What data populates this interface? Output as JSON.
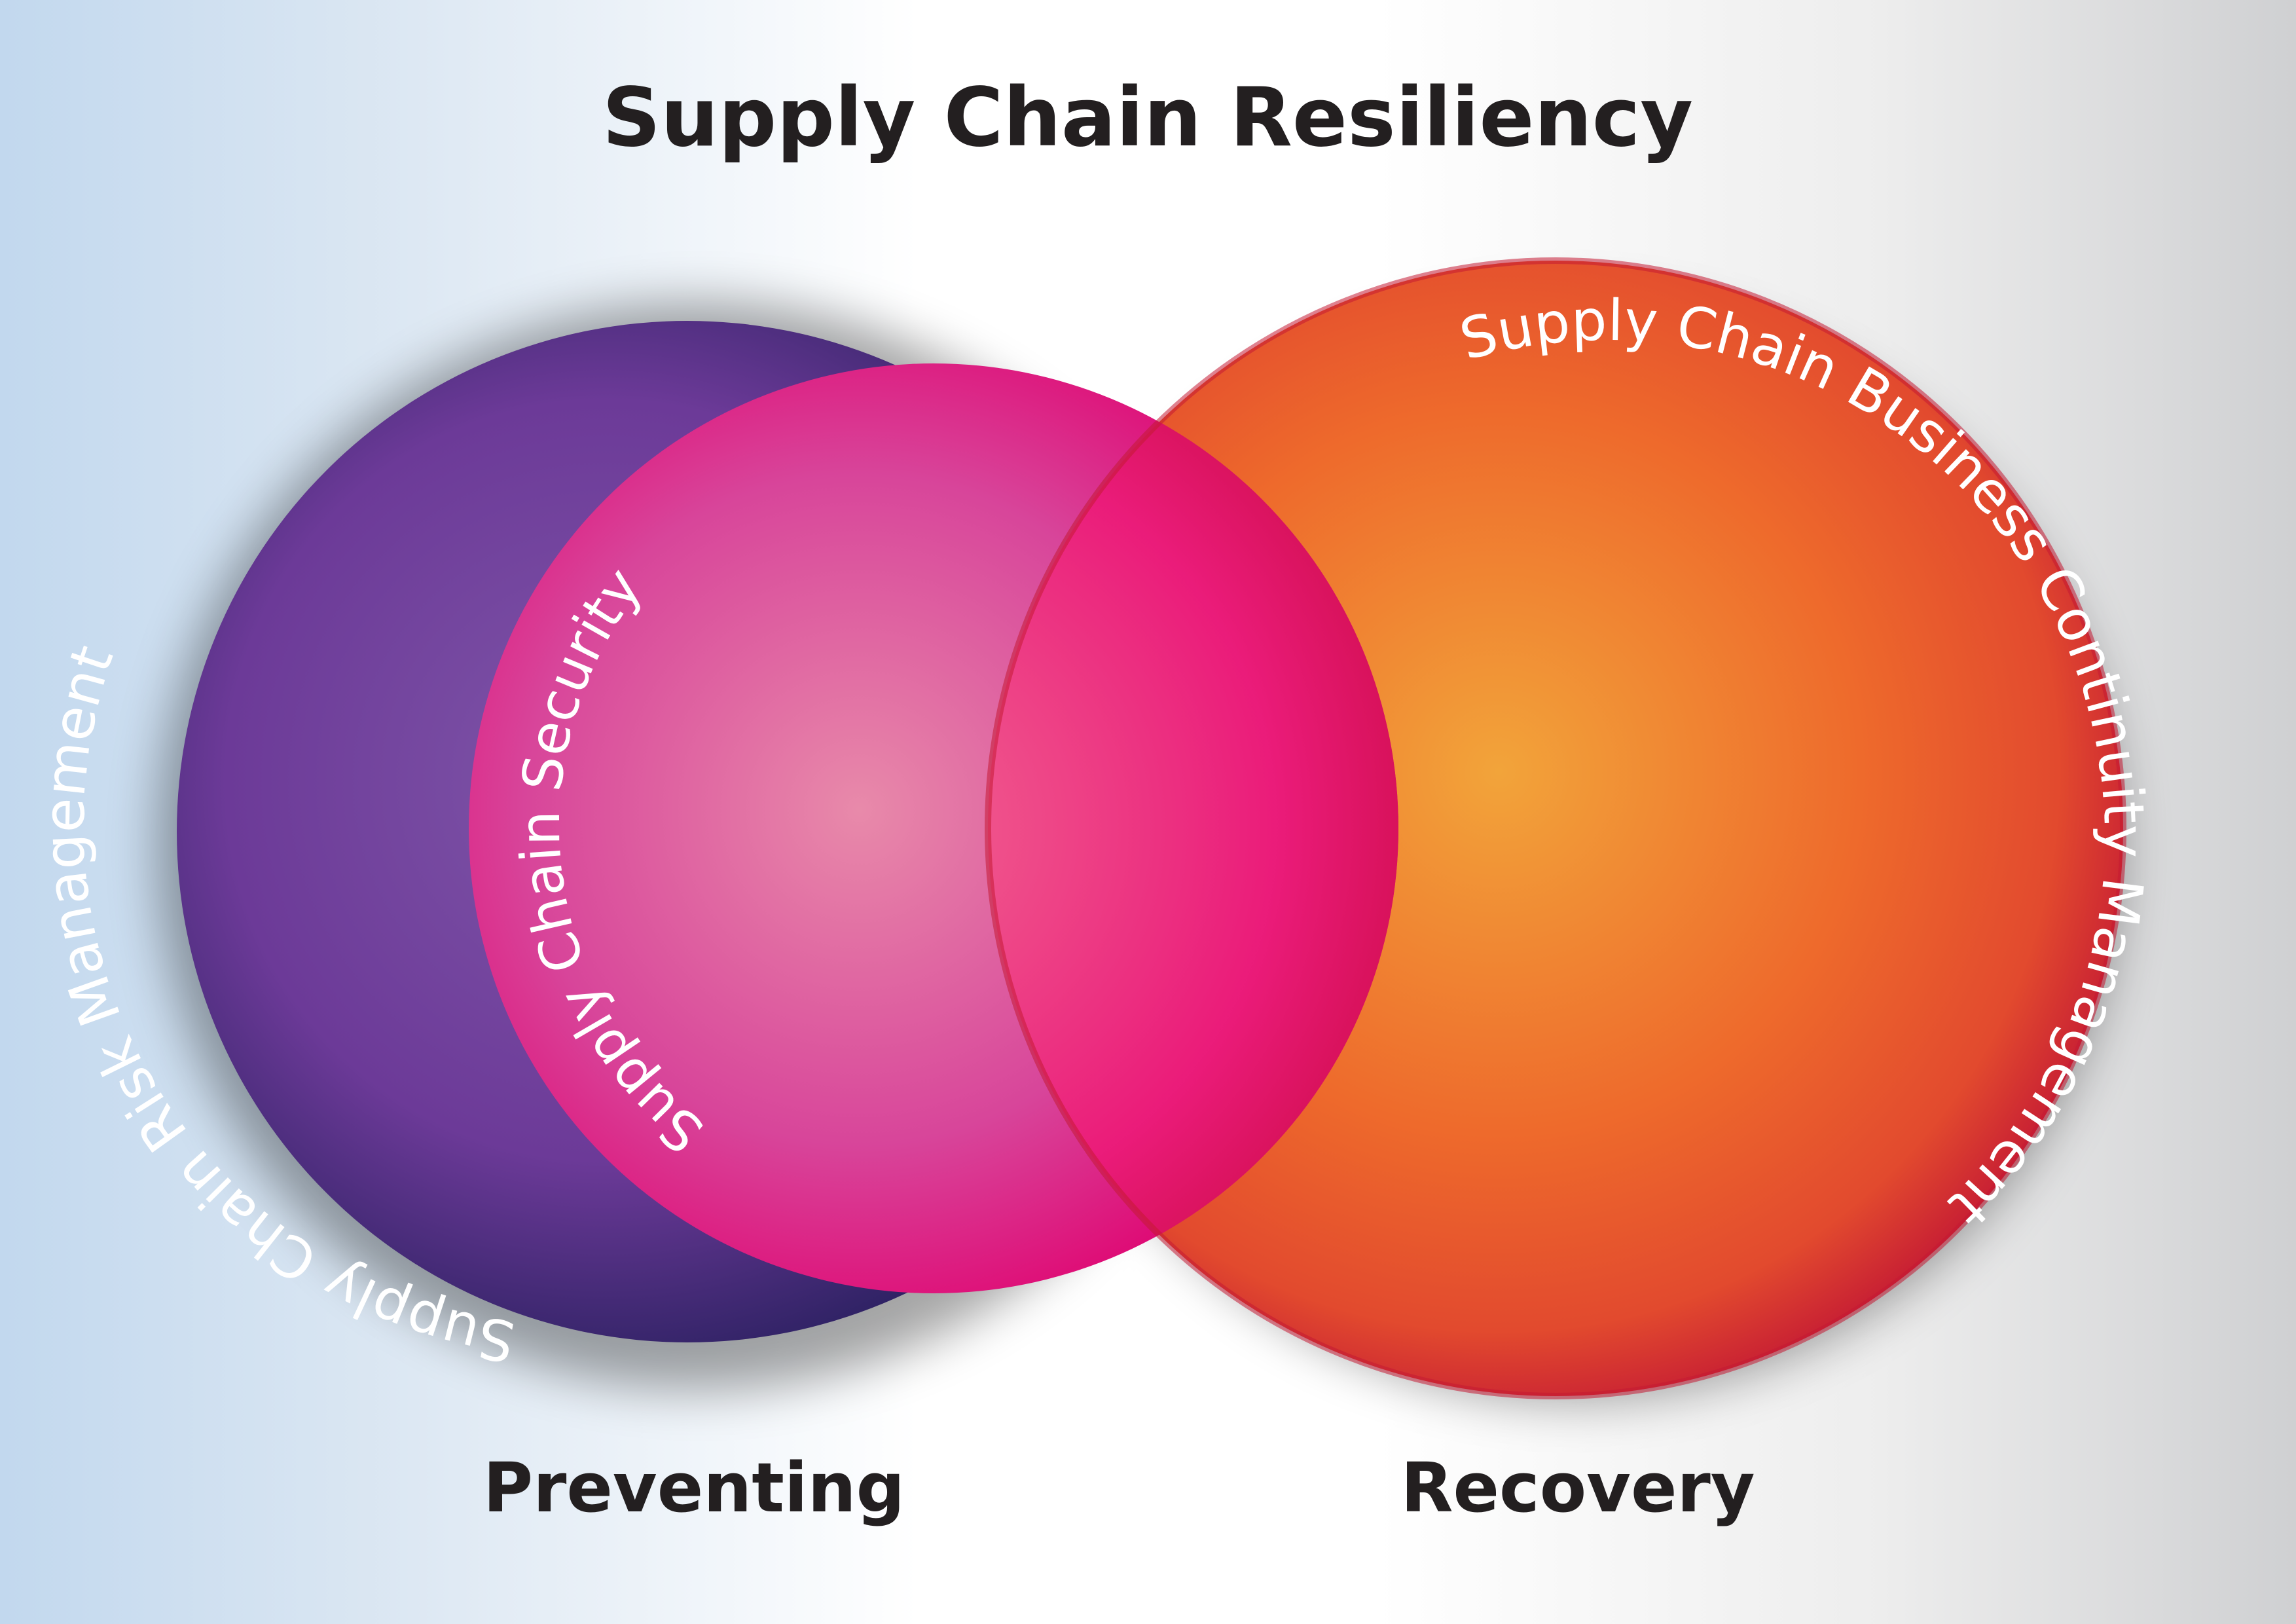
{
  "title": "Supply Chain Resiliency",
  "circles": {
    "risk_management": {
      "label": "Supply Chain Risk Management",
      "color_edge": "#2a2060",
      "color_mid": "#6c3a98",
      "color_center": "#7f56a8"
    },
    "security": {
      "label": "Supply Chain Security",
      "color_edge": "#e0006e",
      "color_mid": "#d8459a",
      "color_center": "#e88aaa"
    },
    "business_continuity": {
      "label": "Supply Chain Business Continuity Management",
      "color_edge": "#c51b34",
      "color_mid": "#ec6a2c",
      "color_center": "#f2a43a"
    }
  },
  "bottom_labels": {
    "left": "Preventing",
    "right": "Recovery"
  },
  "colors": {
    "text_dark": "#231f20",
    "arc_text": "#ffffff",
    "overlap": "#ec1a78"
  }
}
